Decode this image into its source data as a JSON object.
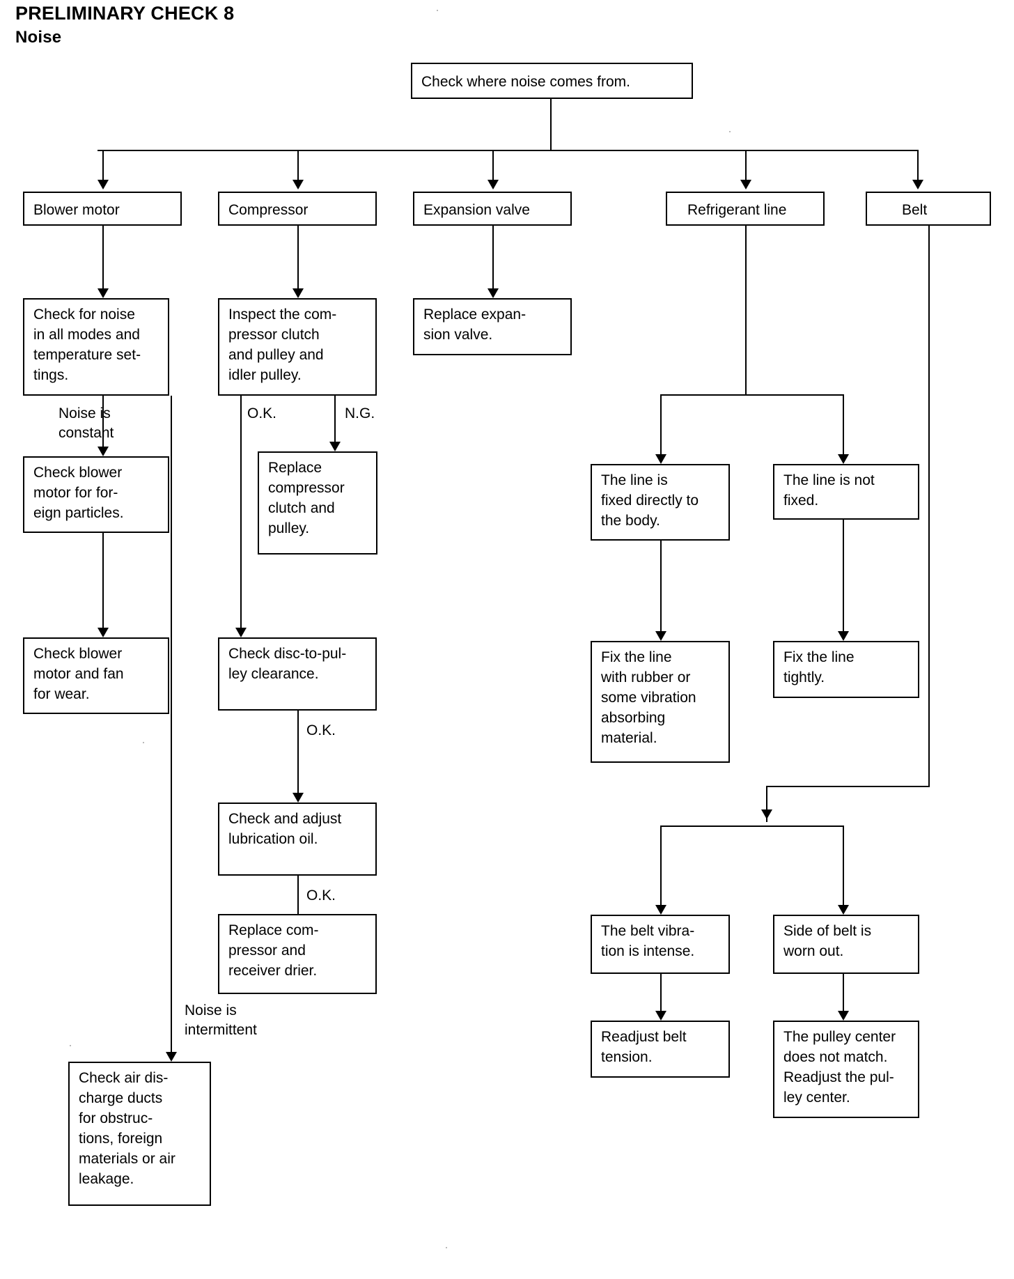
{
  "header": {
    "title": "PRELIMINARY CHECK 8",
    "subtitle": "Noise"
  },
  "chart_data": {
    "type": "diagram",
    "title": "PRELIMINARY CHECK 8 — Noise",
    "diagram_kind": "troubleshooting-flowchart",
    "root": "Check where noise comes from.",
    "branches": [
      "Blower motor",
      "Compressor",
      "Expansion valve",
      "Refrigerant line",
      "Belt"
    ],
    "edge_labels": [
      "Noise is constant",
      "Noise is intermittent",
      "O.K.",
      "N.G.",
      "O.K.",
      "O.K."
    ]
  },
  "nodes": {
    "root": "Check where noise comes from.",
    "cat_blower": "Blower motor",
    "cat_compressor": "Compressor",
    "cat_expansion": "Expansion valve",
    "cat_refrigerant": "Refrigerant line",
    "cat_belt": "Belt",
    "blower_1": "Check for noise\nin all modes and\ntemperature set-\ntings.",
    "blower_2": "Check blower\nmotor for for-\neign particles.",
    "blower_3": "Check blower\nmotor and fan\nfor wear.",
    "blower_4": "Check air dis-\ncharge ducts\nfor obstruc-\ntions, foreign\nmaterials or air\nleakage.",
    "comp_1": "Inspect the com-\npressor clutch\nand pulley and\nidler pulley.",
    "comp_ng": "Replace\ncompressor\nclutch and\npulley.",
    "comp_2": "Check disc-to-pul-\nley clearance.",
    "comp_3": "Check and adjust\nlubrication oil.",
    "comp_4": "Replace com-\npressor and\nreceiver drier.",
    "exp_1": "Replace expan-\nsion valve.",
    "ref_fixed": "The line is\nfixed directly to\nthe body.",
    "ref_notfixed": "The line is not\nfixed.",
    "ref_fix_rubber": "Fix the line\nwith rubber or\nsome vibration\nabsorbing\nmaterial.",
    "ref_fix_tight": "Fix the line\ntightly.",
    "belt_vibration": "The belt vibra-\ntion is intense.",
    "belt_worn": "Side of belt is\nworn out.",
    "belt_readjust": "Readjust belt\ntension.",
    "belt_pulley": "The pulley center\ndoes not match.\nReadjust the pul-\nley center."
  },
  "labels": {
    "noise_constant": "Noise is\nconstant",
    "noise_intermittent": "Noise is\nintermittent",
    "ok_1": "O.K.",
    "ng_1": "N.G.",
    "ok_2": "O.K.",
    "ok_3": "O.K."
  }
}
